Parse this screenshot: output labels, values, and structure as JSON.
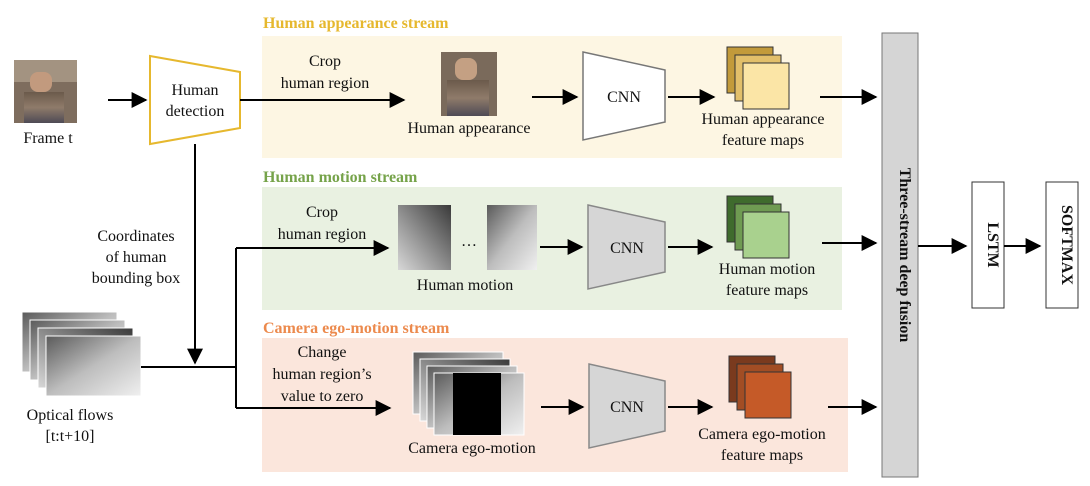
{
  "colors": {
    "appearance_bg": "#fdf6e3",
    "appearance_title": "#e6b82e",
    "motion_bg": "#e9f1e1",
    "motion_title": "#76a34a",
    "ego_bg": "#fbe6dc",
    "ego_title": "#ec8a4d",
    "fusion_bar": "#d5d5d5",
    "detector_border": "#e6b82e"
  },
  "streams": {
    "appearance": {
      "title": "Human appearance stream",
      "crop_line1": "Crop",
      "crop_line2": "human region",
      "image_label": "Human appearance",
      "cnn": "CNN",
      "maps_line1": "Human appearance",
      "maps_line2": "feature maps"
    },
    "motion": {
      "title": "Human motion stream",
      "crop_line1": "Crop",
      "crop_line2": "human region",
      "ellipsis": "…",
      "image_label": "Human motion",
      "cnn": "CNN",
      "maps_line1": "Human motion",
      "maps_line2": "feature maps"
    },
    "ego": {
      "title": "Camera ego-motion stream",
      "change_line1": "Change",
      "change_line2": "human region’s",
      "change_line3": "value to zero",
      "image_label": "Camera ego-motion",
      "cnn": "CNN",
      "maps_line1": "Camera ego-motion",
      "maps_line2": "feature maps"
    }
  },
  "inputs": {
    "frame_label": "Frame t",
    "detector_line1": "Human",
    "detector_line2": "detection",
    "coords_line1": "Coordinates",
    "coords_line2": "of human",
    "coords_line3": "bounding box",
    "flows_line1": "Optical flows",
    "flows_line2": "[t:t+10]"
  },
  "outputs": {
    "fusion": "Three-stream deep fusion",
    "lstm": "LSTM",
    "softmax": "SOFTMAX"
  }
}
